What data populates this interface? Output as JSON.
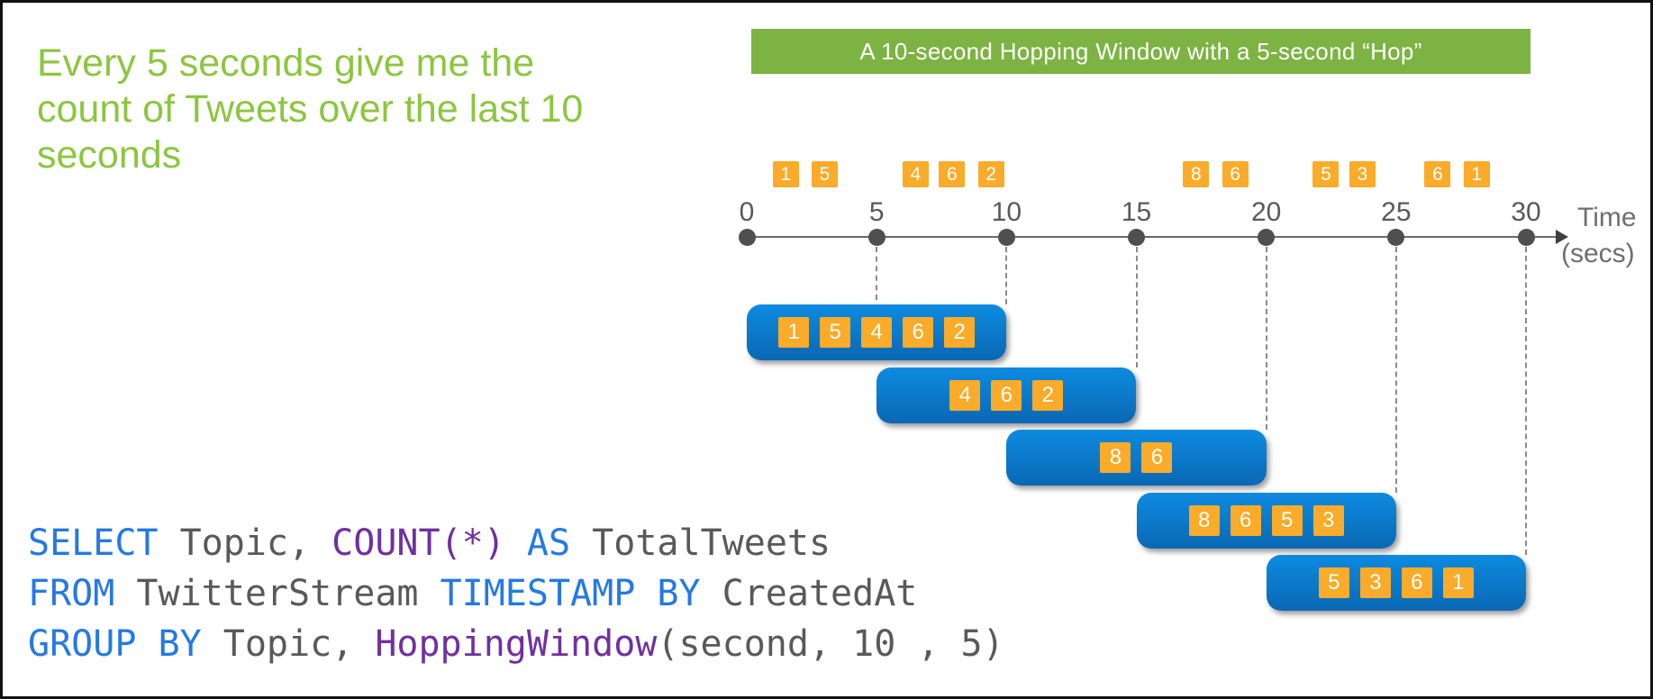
{
  "headline": {
    "lines": [
      "Every 5 seconds give me the",
      "count of Tweets over the last 10",
      "seconds"
    ]
  },
  "banner": {
    "label": "A 10-second Hopping Window with a 5-second “Hop”"
  },
  "timeline": {
    "ticks": [
      {
        "t": 0,
        "label": "0"
      },
      {
        "t": 5,
        "label": "5"
      },
      {
        "t": 10,
        "label": "10"
      },
      {
        "t": 15,
        "label": "15"
      },
      {
        "t": 20,
        "label": "20"
      },
      {
        "t": 25,
        "label": "25"
      },
      {
        "t": 30,
        "label": "30"
      }
    ],
    "axis_label_line1": "Time",
    "axis_label_line2": "(secs)",
    "events": [
      {
        "t": 1.5,
        "label": "1"
      },
      {
        "t": 3.0,
        "label": "5"
      },
      {
        "t": 6.5,
        "label": "4"
      },
      {
        "t": 7.9,
        "label": "6"
      },
      {
        "t": 9.4,
        "label": "2"
      },
      {
        "t": 17.3,
        "label": "8"
      },
      {
        "t": 18.8,
        "label": "6"
      },
      {
        "t": 22.3,
        "label": "5"
      },
      {
        "t": 23.7,
        "label": "3"
      },
      {
        "t": 26.6,
        "label": "6"
      },
      {
        "t": 28.1,
        "label": "1"
      }
    ]
  },
  "windows": [
    {
      "start": 0,
      "end": 10,
      "events": [
        "1",
        "5",
        "4",
        "6",
        "2"
      ]
    },
    {
      "start": 5,
      "end": 15,
      "events": [
        "4",
        "6",
        "2"
      ]
    },
    {
      "start": 10,
      "end": 20,
      "events": [
        "8",
        "6"
      ]
    },
    {
      "start": 15,
      "end": 25,
      "events": [
        "8",
        "6",
        "5",
        "3"
      ]
    },
    {
      "start": 20,
      "end": 30,
      "events": [
        "5",
        "3",
        "6",
        "1"
      ]
    }
  ],
  "code": {
    "lines": [
      [
        {
          "text": "SELECT",
          "type": "kw"
        },
        {
          "text": " Topic, ",
          "type": "pl"
        },
        {
          "text": "COUNT(*)",
          "type": "fn"
        },
        {
          "text": " ",
          "type": "pl"
        },
        {
          "text": "AS",
          "type": "kw"
        },
        {
          "text": " TotalTweets",
          "type": "pl"
        }
      ],
      [
        {
          "text": "FROM",
          "type": "kw"
        },
        {
          "text": " TwitterStream ",
          "type": "pl"
        },
        {
          "text": "TIMESTAMP BY",
          "type": "kw"
        },
        {
          "text": " CreatedAt",
          "type": "pl"
        }
      ],
      [
        {
          "text": "GROUP BY",
          "type": "kw"
        },
        {
          "text": " Topic, ",
          "type": "pl"
        },
        {
          "text": "HoppingWindow",
          "type": "fn"
        },
        {
          "text": "(second, 10 , 5)",
          "type": "pl"
        }
      ]
    ]
  },
  "colors": {
    "headline_green": "#8CC63F",
    "banner_green": "#7CB342",
    "event_orange": "#F9AB29",
    "window_blue_top": "#0D8BE0",
    "window_blue_bottom": "#0A68B4",
    "axis_gray": "#6a6a6a",
    "text_gray": "#595959",
    "keyword_blue": "#2479E4",
    "function_purple": "#7030A0"
  }
}
